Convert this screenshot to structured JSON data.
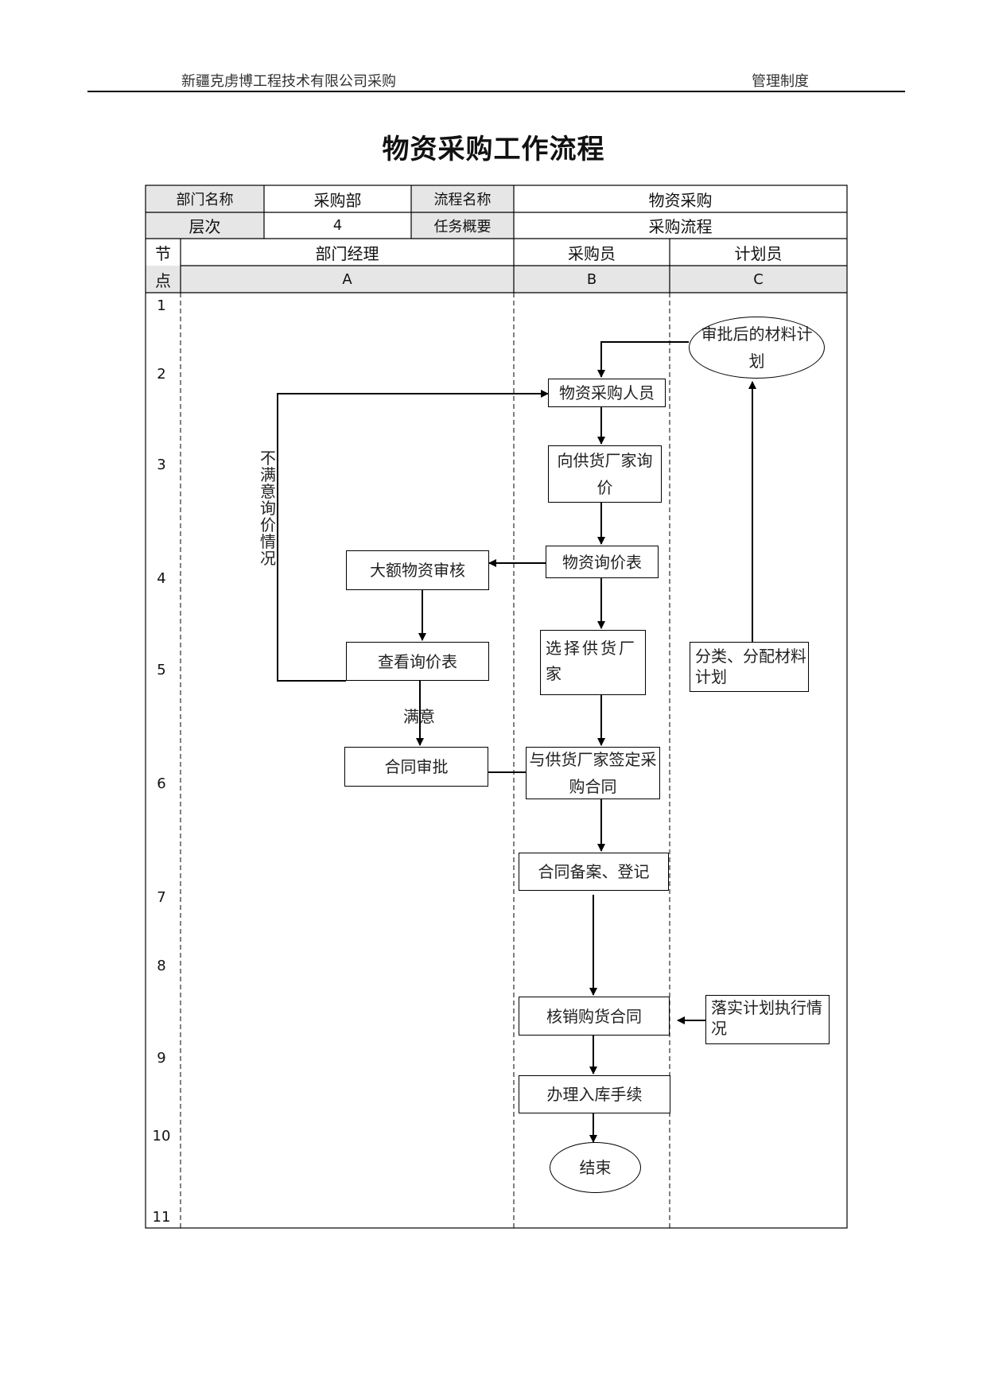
{
  "header": {
    "company": "新疆克虏博工程技术有限公司采购",
    "category": "管理制度"
  },
  "title": "物资采购工作流程",
  "info": {
    "dept_label": "部门名称",
    "dept_value": "采购部",
    "process_label": "流程名称",
    "process_value": "物资采购",
    "level_label": "层次",
    "level_value": "4",
    "summary_label": "任务概要",
    "summary_value": "采购流程"
  },
  "lanes": {
    "node_label_top": "节",
    "node_label_bottom": "点",
    "names": [
      "部门经理",
      "采购员",
      "计划员"
    ],
    "codes": [
      "A",
      "B",
      "C"
    ]
  },
  "rows": [
    "1",
    "2",
    "3",
    "4",
    "5",
    "6",
    "7",
    "8",
    "9",
    "10",
    "11"
  ],
  "nodes": {
    "approved_plan": "审批后的材料计划",
    "purchaser": "物资采购人员",
    "inquiry": "向供货厂家询价",
    "quote_table": "物资询价表",
    "large_review": "大额物资审核",
    "select_supplier": "选择供货厂家",
    "classify_plan": "分类、分配材料计划",
    "view_quote": "查看询价表",
    "contract_approval": "合同审批",
    "sign_contract": "与供货厂家签定采购合同",
    "contract_record": "合同备案、登记",
    "verify_contract": "核销购货合同",
    "implement_plan": "落实计划执行情况",
    "warehousing": "办理入库手续",
    "end": "结束"
  },
  "labels": {
    "unsatisfied": "不满意询价情况",
    "satisfied": "满意"
  }
}
